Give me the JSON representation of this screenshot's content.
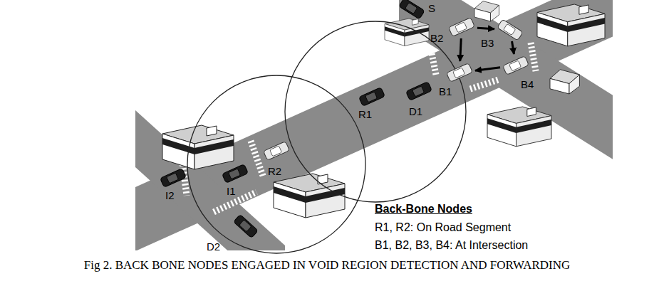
{
  "diagram": {
    "caption": "Fig 2. BACK BONE NODES ENGAGED IN VOID REGION DETECTION AND FORWARDING",
    "nodes": [
      {
        "text": [
          "S"
        ]
      },
      {
        "text": [
          "B2"
        ]
      },
      {
        "text": [
          "B3"
        ]
      },
      {
        "text": [
          "B4"
        ]
      },
      {
        "text": [
          "B1"
        ]
      },
      {
        "text": [
          "R1"
        ]
      },
      {
        "text": [
          "D1"
        ]
      },
      {
        "text": [
          "R2"
        ]
      },
      {
        "text": [
          "I1"
        ]
      },
      {
        "text": [
          "I2"
        ]
      },
      {
        "text": [
          "D2"
        ]
      }
    ],
    "edges": [
      {
        "from": 1,
        "to": 4,
        "arrow": "to"
      },
      {
        "from": 1,
        "to": 2,
        "arrow": "to"
      },
      {
        "from": 2,
        "to": 3,
        "arrow": "to"
      },
      {
        "from": 3,
        "to": 4,
        "arrow": "to"
      }
    ],
    "labels": [
      "Back-Bone Nodes",
      "R1, R2: On Road Segment",
      "B1, B2, B3, B4: At Intersection"
    ]
  }
}
